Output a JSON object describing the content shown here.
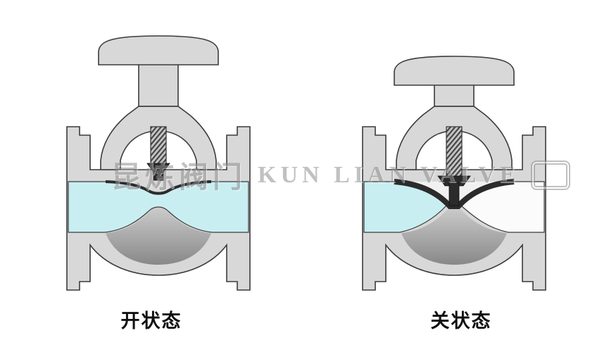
{
  "labels": {
    "open": "开状态",
    "closed": "关状态"
  },
  "watermark": {
    "cn": "昆炼阀门",
    "en": "KUN LIAN VALVE"
  },
  "colors": {
    "body": "#d8d8d8",
    "outline": "#3b3b3b",
    "fluid": "#c9eef2",
    "dark": "#2b2b2b",
    "background": "#ffffff",
    "watermark": "#8f8f8f"
  }
}
